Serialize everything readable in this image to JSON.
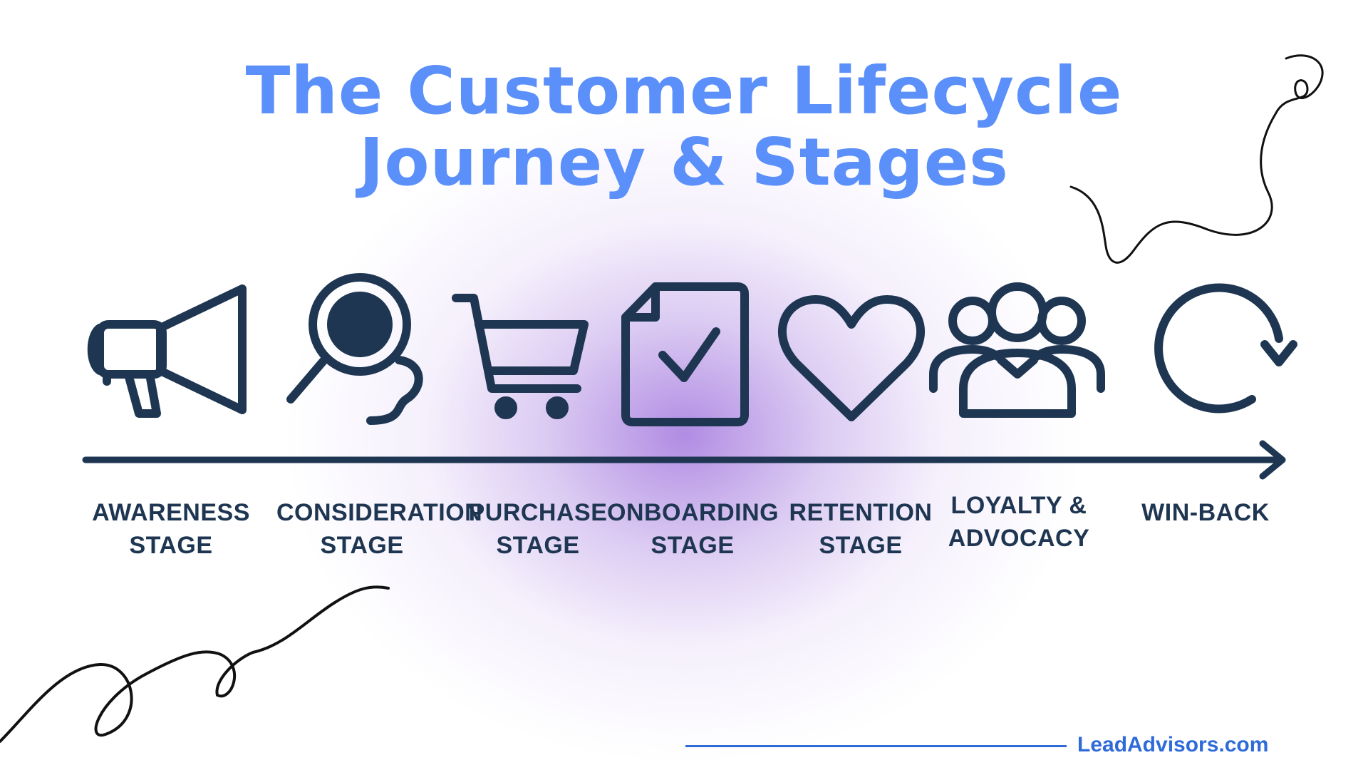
{
  "title": {
    "line1": "The Customer Lifecycle",
    "line2": "Journey & Stages"
  },
  "stages": [
    {
      "icon": "megaphone-icon",
      "line1": "AWARENESS",
      "line2": "STAGE"
    },
    {
      "icon": "magnifier-icon",
      "line1": "CONSIDERATION",
      "line2": "STAGE"
    },
    {
      "icon": "shopping-cart-icon",
      "line1": "PURCHASE",
      "line2": "STAGE"
    },
    {
      "icon": "checked-document-icon",
      "line1": "ONBOARDING",
      "line2": "STAGE"
    },
    {
      "icon": "heart-icon",
      "line1": "RETENTION",
      "line2": "STAGE"
    },
    {
      "icon": "user-group-icon",
      "line1": "LOYALTY &",
      "line2": "ADVOCACY"
    },
    {
      "icon": "refresh-arrow-icon",
      "line1": "WIN-BACK",
      "line2": ""
    }
  ],
  "footer": {
    "brand": "LeadAdvisors.com"
  },
  "colors": {
    "title": "#5b8ff9",
    "ink": "#1e3652",
    "brand": "#2f6bd8",
    "glow": "#a378de",
    "squiggle": "#111111"
  }
}
